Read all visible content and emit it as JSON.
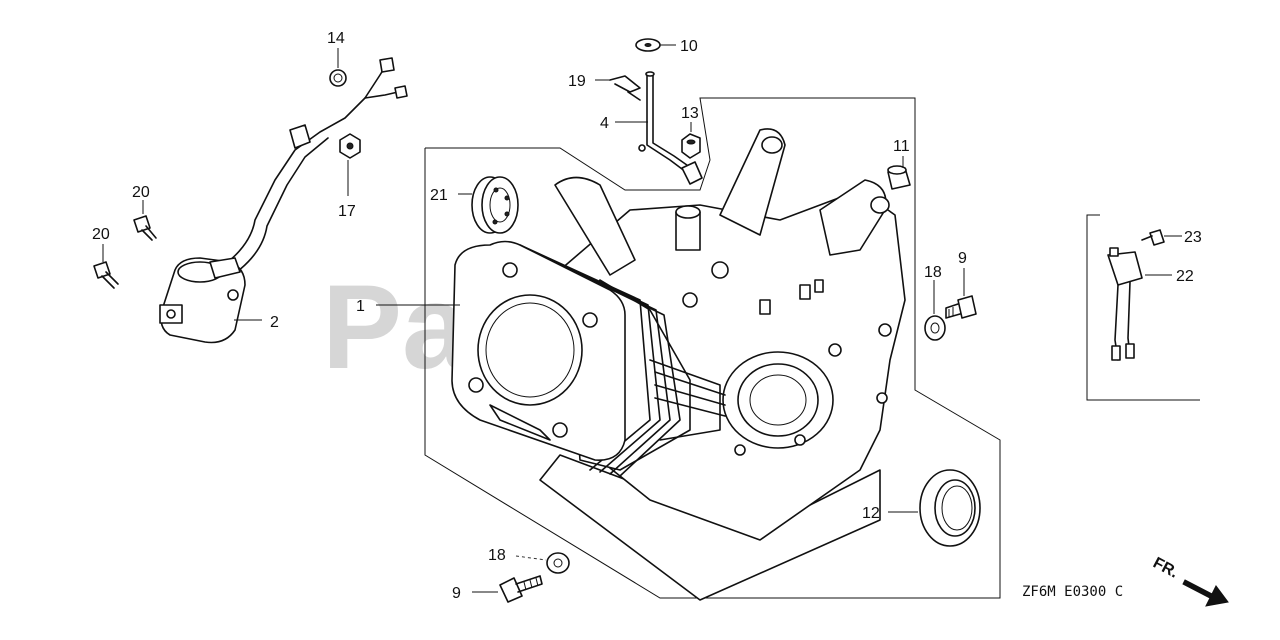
{
  "watermark": "PartsTree",
  "callouts": {
    "c1": "1",
    "c2": "2",
    "c4": "4",
    "c9a": "9",
    "c9b": "9",
    "c10": "10",
    "c11": "11",
    "c12": "12",
    "c13": "13",
    "c14": "14",
    "c17": "17",
    "c18a": "18",
    "c18b": "18",
    "c19": "19",
    "c20a": "20",
    "c20b": "20",
    "c21": "21",
    "c22": "22",
    "c23": "23"
  },
  "diagram_code": "ZF6M E0300 C",
  "direction_label": "FR."
}
